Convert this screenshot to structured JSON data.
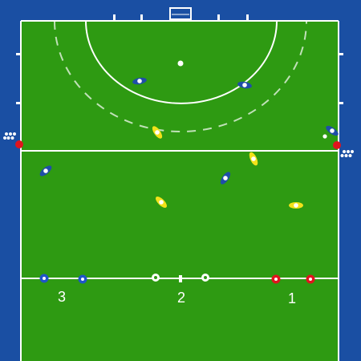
{
  "colors": {
    "surround": "#1a4fa3",
    "field": "#2e9a12",
    "line": "#ffffff",
    "team_blue": "#1f4ea8",
    "team_yellow": "#f2e21a",
    "marker_red": "#e0141e",
    "marker_blue": "#1f55c8",
    "marker_white": "#ffffff"
  },
  "zones": {
    "zone_1": "1",
    "zone_2": "2",
    "zone_3": "3"
  },
  "player_icon": "player-topdown-icon",
  "ball_icon": "ball-icon",
  "cone_icon": "cone-marker-icon"
}
